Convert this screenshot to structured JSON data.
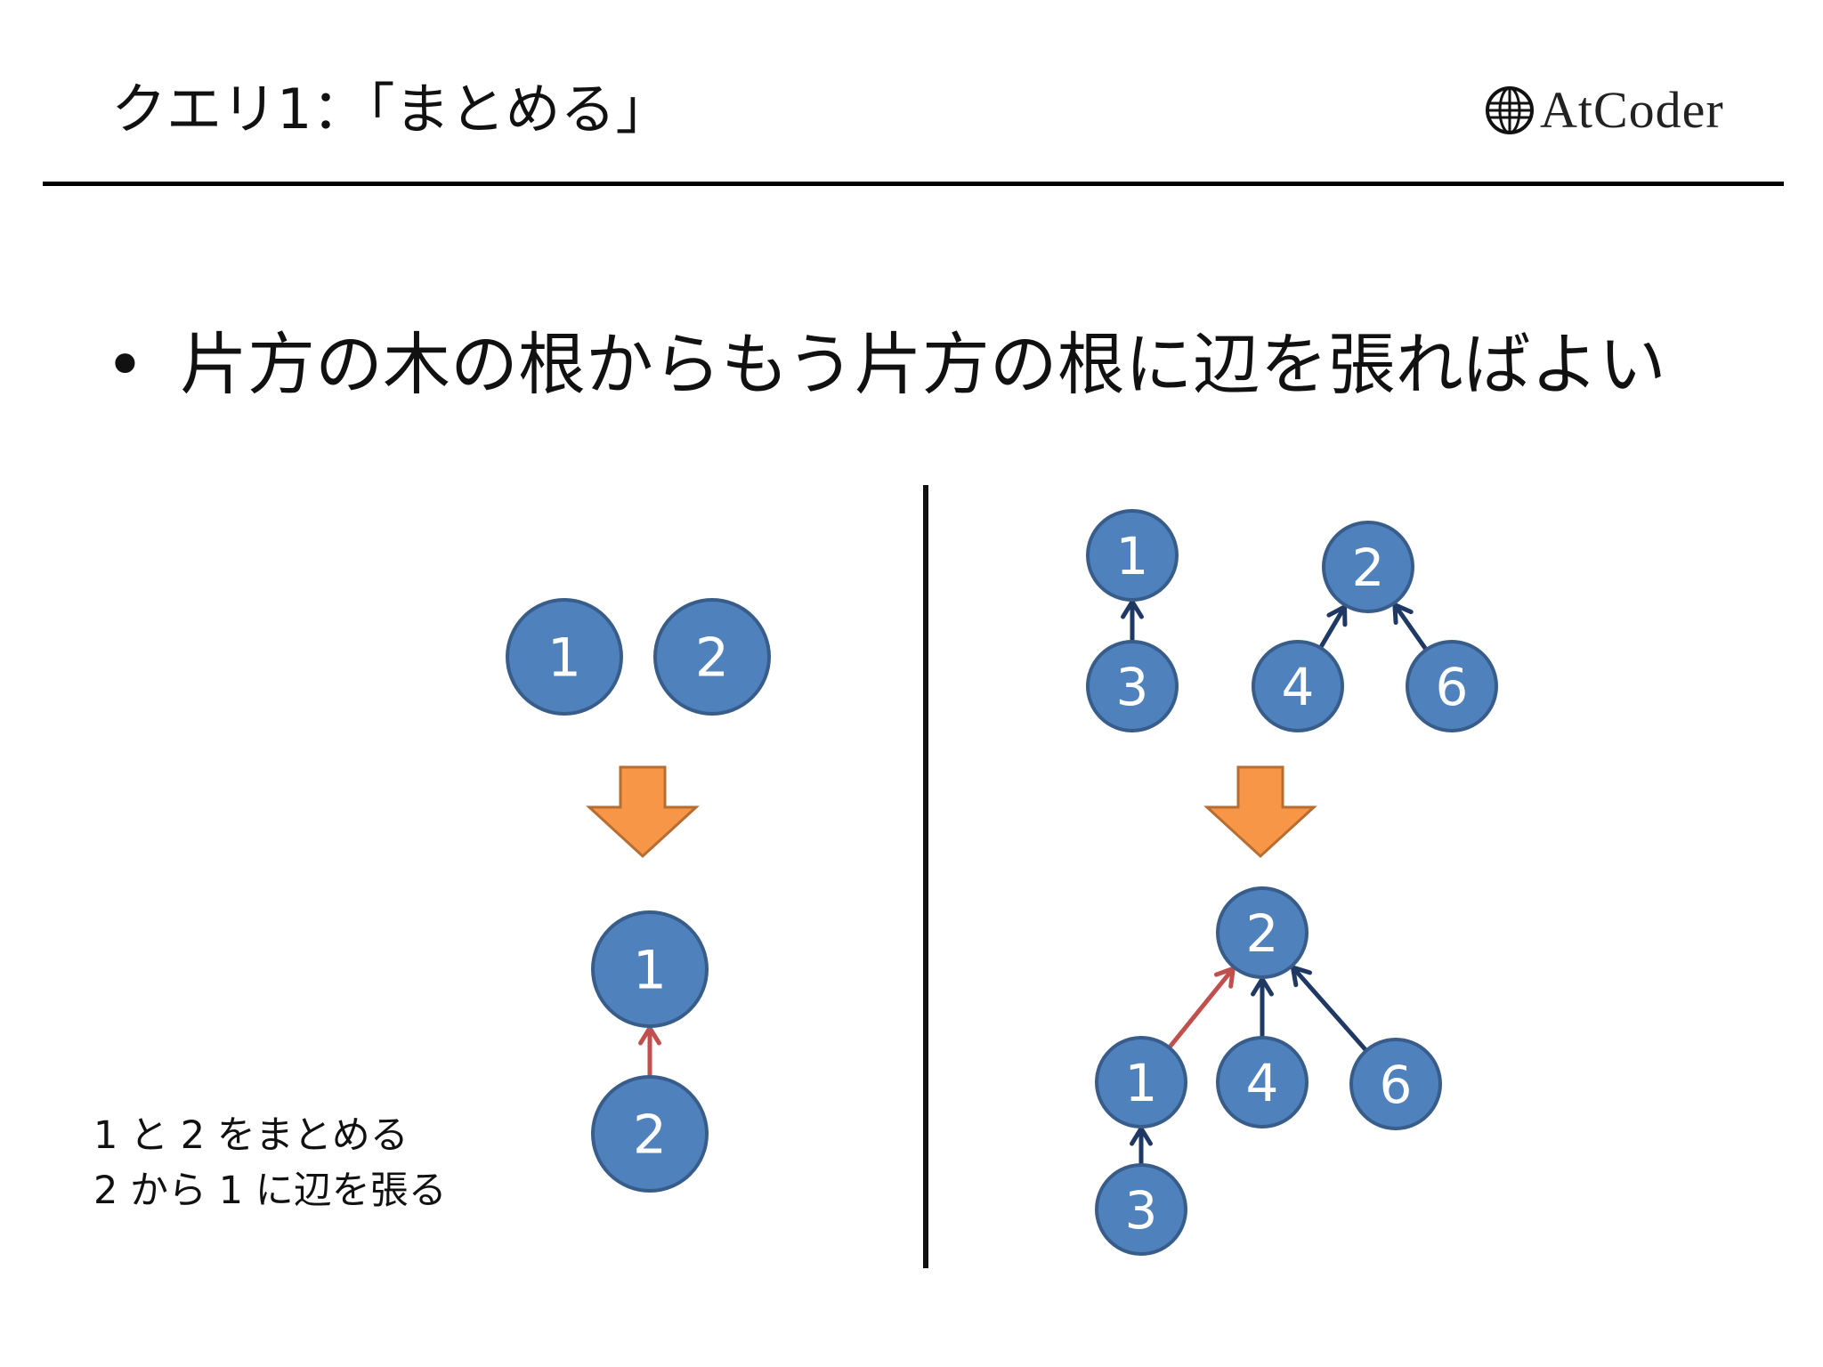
{
  "title": "クエリ1：「まとめる」",
  "logo": {
    "text": "AtCoder",
    "icon": "globe-icon"
  },
  "bullet": {
    "marker": "•",
    "text": "片方の木の根からもう片方の根に辺を張ればよい"
  },
  "caption": {
    "line1": "1 と 2 をまとめる",
    "line2": "2 から 1 に辺を張る"
  },
  "colors": {
    "node_fill": "#4F81BD",
    "node_stroke": "#385D8A",
    "edge": "#1F3864",
    "new_edge": "#C0504D",
    "transition_arrow": "#F79646",
    "transition_arrow_stroke": "#B66D31"
  },
  "diagram": {
    "left": {
      "before": {
        "nodes": [
          "1",
          "2"
        ],
        "edges": []
      },
      "after": {
        "nodes": [
          "1",
          "2"
        ],
        "edges": [
          {
            "from": "2",
            "to": "1",
            "new": true
          }
        ]
      }
    },
    "right": {
      "before": {
        "nodes": [
          "1",
          "3",
          "2",
          "4",
          "6"
        ],
        "edges": [
          {
            "from": "3",
            "to": "1",
            "new": false
          },
          {
            "from": "4",
            "to": "2",
            "new": false
          },
          {
            "from": "6",
            "to": "2",
            "new": false
          }
        ]
      },
      "after": {
        "nodes": [
          "2",
          "1",
          "4",
          "6",
          "3"
        ],
        "edges": [
          {
            "from": "1",
            "to": "2",
            "new": true
          },
          {
            "from": "4",
            "to": "2",
            "new": false
          },
          {
            "from": "6",
            "to": "2",
            "new": false
          },
          {
            "from": "3",
            "to": "1",
            "new": false
          }
        ]
      }
    }
  }
}
